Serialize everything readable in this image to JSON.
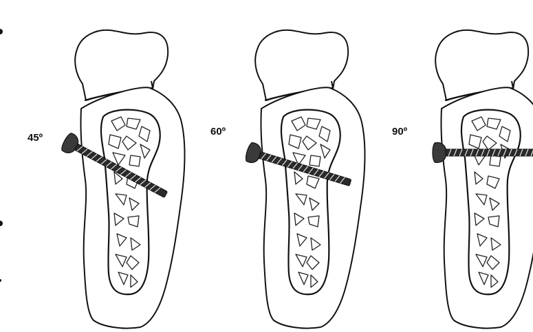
{
  "figure": {
    "panels": [
      {
        "id": "p45",
        "angle_label": "45º",
        "screw_angle_deg": 45
      },
      {
        "id": "p60",
        "angle_label": "60º",
        "screw_angle_deg": 60
      },
      {
        "id": "p90",
        "angle_label": "90º",
        "screw_angle_deg": 90
      }
    ]
  }
}
